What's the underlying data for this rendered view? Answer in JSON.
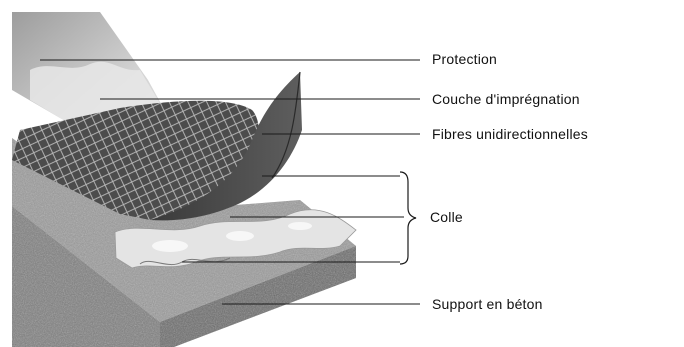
{
  "labels": {
    "protection": "Protection",
    "impregnation": "Couche d'imprégnation",
    "fibres": "Fibres unidirectionnelles",
    "colle": "Colle",
    "support": "Support en béton"
  },
  "colors": {
    "concrete": "#8f8f8f",
    "concrete_dark": "#5a5a5a",
    "fibre_sheet": "#4a4a4a",
    "protection": "#c8c8c8",
    "adhesive": "#e2e2e2",
    "leader": "#1a1a1a"
  }
}
